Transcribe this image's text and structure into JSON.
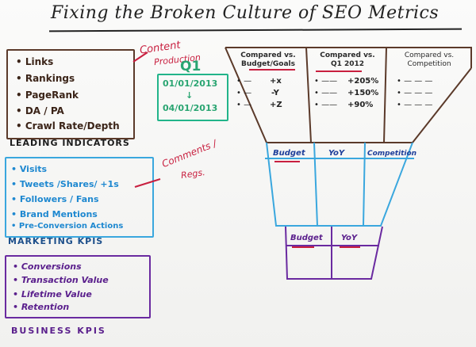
{
  "title": "Fixing the Broken Culture of SEO Metrics",
  "leading": {
    "items": [
      "• Links",
      "• Rankings",
      "• PageRank",
      "• DA / PA",
      "• Crawl Rate/Depth"
    ],
    "label": "LEADING INDICATORS"
  },
  "marketing": {
    "items": [
      "• Visits",
      "• Tweets /Shares/ +1s",
      "• Followers / Fans",
      "• Brand Mentions",
      "• Pre-Conversion Actions"
    ],
    "label": "MARKETING KPIS"
  },
  "business": {
    "items": [
      "• Conversions",
      "• Transaction Value",
      "• Lifetime Value",
      "• Retention"
    ],
    "label": "BUSINESS KPIS"
  },
  "annotations": {
    "content_production_1": "Content",
    "content_production_2": "Production",
    "q1": "Q1",
    "date_start": "01/01/2013",
    "date_end": "04/01/2013",
    "comments_1": "Comments /",
    "comments_2": "Regs."
  },
  "funnel_top": {
    "col1_header_1": "Compared vs.",
    "col1_header_2": "Budget/Goals",
    "col2_header_1": "Compared vs.",
    "col2_header_2": "Q1 2012",
    "col3_header_1": "Compared vs.",
    "col3_header_2": "Competition",
    "col1_rows": [
      "+x",
      "-Y",
      "+Z"
    ],
    "col2_rows": [
      "+205%",
      "+150%",
      "+90%"
    ]
  },
  "funnel_mid": {
    "budget": "Budget",
    "yoy": "YoY",
    "competition": "Competition"
  },
  "funnel_bottom": {
    "budget": "Budget",
    "yoy": "YoY"
  },
  "colors": {
    "marker_black": "#222222",
    "marker_brown": "#5b3a2a",
    "marker_blue": "#3aa7de",
    "marker_purple": "#6a2aa0",
    "marker_red": "#c81f3f",
    "marker_green": "#22b48a"
  }
}
